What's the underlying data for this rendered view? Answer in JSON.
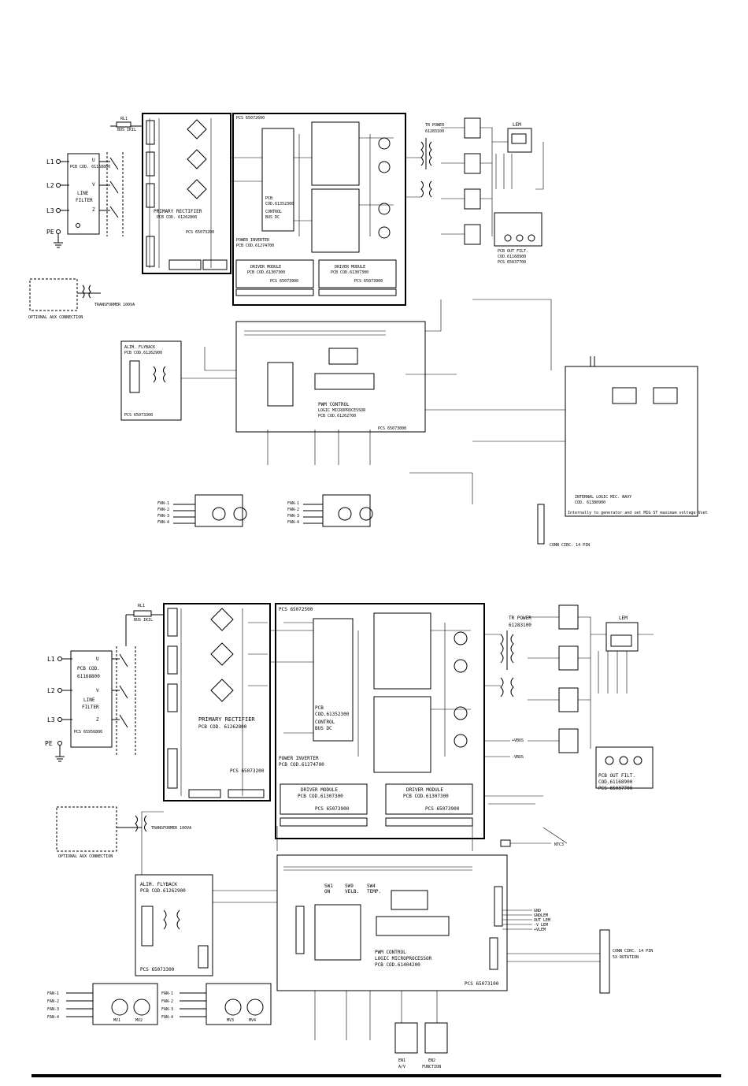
{
  "sheet": {
    "top": {
      "inputs": [
        "L1",
        "L2",
        "L3",
        "PE"
      ],
      "line_filter": {
        "code": "PCB COD. 61168800",
        "title": "LINE",
        "title2": "FILTER",
        "t1": "U",
        "t2": "V",
        "t3": "Z"
      },
      "primary_rectifier": {
        "title": "PRIMARY RECTIFIER",
        "code": "PCB COD. 61262800",
        "pcs": "PCS 65073200"
      },
      "relay": {
        "ref": "RL1",
        "label": "BUS IKIL"
      },
      "power_inverter": {
        "pcs": "PCS 65072600",
        "title": "POWER INVERTER",
        "code": "PCB COD.61274700",
        "bus_code": "PCB",
        "bus_code2": "COD.61352300",
        "bus_title": "CONTROL",
        "bus_title2": "BUS DC"
      },
      "driver_a": {
        "title": "DRIVER MODULE",
        "code": "PCB COD.61307300",
        "pcs": "PCS 65073900"
      },
      "driver_b": {
        "title": "DRIVER MODULE",
        "code": "PCB COD.61307300",
        "pcs": "PCS 65073900"
      },
      "tr_power": {
        "title": "TR POWER",
        "code": "61283100"
      },
      "lem": "LEM",
      "out_filter": {
        "title": "PCB OUT FILT.",
        "code": "COD.61168900",
        "pcs": "PCS 65037700"
      },
      "transformer": "TRANSFORMER 100VA",
      "aux": "OPTIONAL AUX CONNECTION",
      "flyback": {
        "title": "ALIM. FLYBACK",
        "code": "PCB COD.61262900",
        "pcs": "PCS 65073300"
      },
      "pwm": {
        "title": "PWM CONTROL",
        "sub": "LOGIC MICROPROCESSOR",
        "code": "PCB COD.61262700",
        "pcs": "PCS 65073000"
      },
      "navy": {
        "title": "INTERNAL LOGIC MIC. NAVY",
        "code": "COD. 61380900",
        "note": "Internally to generator and set  MIG ST maximum voltage Vset"
      },
      "conn": "CONN CIRC. 14 PIN",
      "fans": [
        "FAN-1",
        "FAN-2",
        "FAN-3",
        "FAN-4"
      ]
    },
    "bottom": {
      "inputs": [
        "L1",
        "L2",
        "L3",
        "PE"
      ],
      "line_filter": {
        "code": "PCB COD.",
        "code2": "61168800",
        "title": "LINE",
        "title2": "FILTER",
        "pcs": "PCS 65956800",
        "t1": "U",
        "t2": "V",
        "t3": "Z"
      },
      "relay": {
        "ref": "RL1",
        "label": "BUS IKIL"
      },
      "primary_rectifier": {
        "title": "PRIMARY RECTIFIER",
        "code": "PCB COD. 61262800",
        "pcs": "PCS 65073200"
      },
      "power_inverter": {
        "pcs": "PCS 65072500",
        "title": "POWER INVERTER",
        "code": "PCB COD.61274700",
        "bus_code": "PCB",
        "bus_code2": "COD.61352300",
        "bus_title": "CONTROL",
        "bus_title2": "BUS DC"
      },
      "driver_a": {
        "title": "DRIVER MODULE",
        "code": "PCB COD.61307300",
        "pcs": "PCS 65073900"
      },
      "driver_b": {
        "title": "DRIVER MODULE",
        "code": "PCB COD.61307300",
        "pcs": "PCS 65073900"
      },
      "tr_power": {
        "title": "TR POWER",
        "code": "61283100"
      },
      "lem": "LEM",
      "out_filter": {
        "title": "PCB OUT FILT.",
        "code": "COD.61168900",
        "pcs": "PCS 65037700"
      },
      "transformer": "TRANSFORMER 100VA",
      "aux": "OPTIONAL AUX CONNECTION",
      "flyback": {
        "title": "ALIM. FLYBACK",
        "code": "PCB COD.61262900",
        "pcs": "PCS 65073300"
      },
      "pwm": {
        "title": "PWM CONTROL",
        "sub": "LOGIC MICROPROCESSOR",
        "code": "PCB COD.61404200",
        "pcs": "PCS 65073100"
      },
      "conn": "CONN CIRC. 14 PIN",
      "rotation": "5X ROTATION",
      "vbus": [
        "+VBUS",
        "-VBUS"
      ],
      "lem_signals": [
        "GND",
        "GNDLEM",
        "OUT LEM",
        "-V LEM",
        "+VLEM"
      ],
      "switches": [
        {
          "ref": "SW1",
          "fn": "ON"
        },
        {
          "ref": "SW9",
          "fn": "VELB."
        },
        {
          "ref": "SW4",
          "fn": "TEMP."
        }
      ],
      "fans": [
        "FAN-1",
        "FAN-2",
        "FAN-3",
        "FAN-4"
      ],
      "motors": [
        "MV1",
        "MV2",
        "MV3",
        "MV4"
      ],
      "ntc": "NTC3",
      "en": [
        "EN1",
        "EN2"
      ],
      "en_fn": [
        "A/V",
        "FUNCTION"
      ]
    }
  }
}
